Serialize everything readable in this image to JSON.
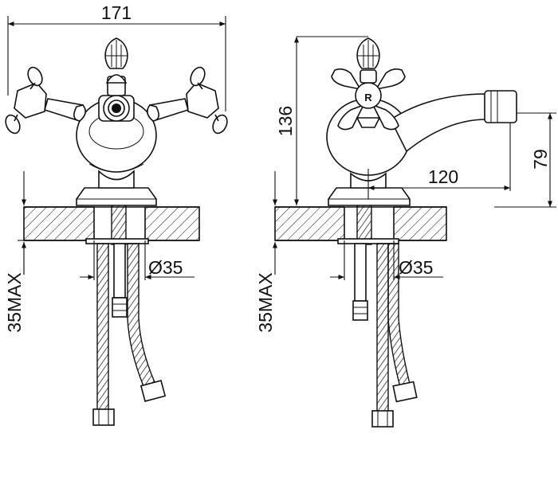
{
  "front_view": {
    "width_label": "171",
    "depth_label": "35MAX",
    "hole_label": "Ø35"
  },
  "side_view": {
    "height_label": "136",
    "spout_height_label": "79",
    "spout_reach_label": "120",
    "depth_label": "35MAX",
    "hole_label": "Ø35",
    "handle_letter": "R"
  }
}
